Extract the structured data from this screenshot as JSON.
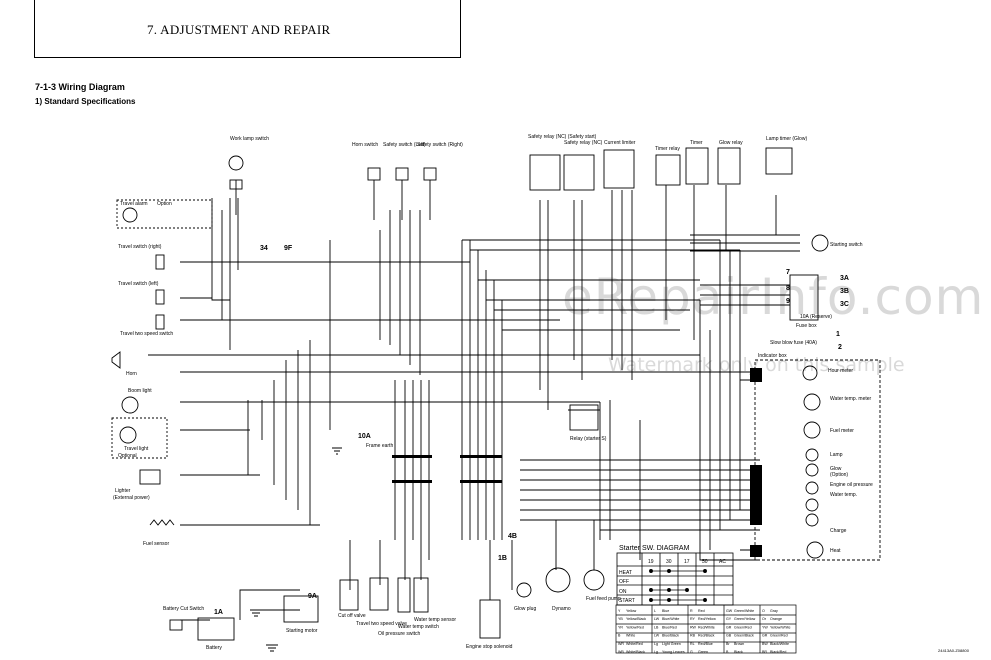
{
  "header": {
    "title": "7. ADJUSTMENT AND REPAIR"
  },
  "section": {
    "number_title": "7-1-3  Wiring Diagram",
    "subtitle": "1)  Standard Specifications"
  },
  "watermark": {
    "main": "eRepairInfo.com",
    "sub": "Watermark only on this sample"
  },
  "components": {
    "work_lamp_switch": "Work lamp switch",
    "travel_alarm": "Travel alarm",
    "option_top": "Option",
    "travel_switch_right": "Travel switch (right)",
    "travel_switch_left": "Travel switch (left)",
    "travel_two_speed_switch": "Travel two speed switch",
    "horn": "Horn",
    "boom_light": "Boom light",
    "travel_light": "Travel light",
    "optional": "Optional",
    "lighter": "Lighter",
    "external_power": "(External power)",
    "fuel_sensor": "Fuel sensor",
    "battery_cut_switch": "Battery Cut Switch",
    "battery": "Battery",
    "starting_motor": "Starting motor",
    "horn_switch": "Horn switch",
    "safety_switch_left": "Safety switch (Left)",
    "safety_switch_right": "Safety switch (Right)",
    "frame_earth": "Frame earth",
    "safety_relay_nc_start": "Safety relay (NC) (Safety start)",
    "safety_relay_nc": "Safety relay (NC)",
    "current_limiter": "Current limiter",
    "timer_relay": "Timer relay",
    "timer": "Timer",
    "glow_relay": "Glow relay",
    "lamp_timer": "Lamp timer (Glow)",
    "starting_switch": "Starting switch",
    "fuse_box": "Fuse box",
    "fuse_reserve": "10A (Reserve)",
    "slow_blow_fuse": "Slow blow fuse (40A)",
    "relay_starter": "Relay (starter S)",
    "indicator_box": "Indicator box",
    "hour_meter": "Hour meter",
    "water_temp_meter": "Water temp. meter",
    "fuel_meter": "Fuel meter",
    "lamp": "Lamp",
    "glow": "Glow",
    "option_glow": "(Option)",
    "engine_oil_pressure": "Engine oil pressure",
    "water_temp": "Water temp.",
    "charge": "Charge",
    "heat": "Heat",
    "cut_off_valve": "Cut off valve",
    "travel_two_speed_valve": "Travel two speed valve",
    "oil_pressure_switch": "Oil pressure switch",
    "water_temp_switch": "Water temp switch",
    "water_temp_sensor": "Water temp sensor",
    "engine_stop_solenoid": "Engine stop solenoid",
    "glow_plug": "Glow plug",
    "dynamo": "Dynamo",
    "fuel_feed_pump": "Fuel feed pump"
  },
  "refs": {
    "r34": "34",
    "r9f": "9F",
    "r10a": "10A",
    "r4b": "4B",
    "r1b": "1B",
    "r1a": "1A",
    "r9a": "9A",
    "r1": "1",
    "r2": "2",
    "r7": "7",
    "r8": "8",
    "r9": "9",
    "r3a": "3A",
    "r3b": "3B",
    "r3c": "3C"
  },
  "starter_sw_diagram": {
    "title": "Starter SW. DIAGRAM",
    "columns": [
      "19",
      "30",
      "17",
      "50",
      "AC"
    ],
    "rows": [
      "HEAT",
      "OFF",
      "ON",
      "START"
    ]
  },
  "color_legend": [
    [
      "Y",
      "Yellow"
    ],
    [
      "L",
      "Blue"
    ],
    [
      "R",
      "Red"
    ],
    [
      "GW",
      "Green/White"
    ],
    [
      "O",
      "Gray"
    ],
    [
      "YB",
      "Yellow/Black"
    ],
    [
      "LW",
      "Blue/White"
    ],
    [
      "RY",
      "Red/Yellow"
    ],
    [
      "GY",
      "Green/Yellow"
    ],
    [
      "Or",
      "Orange"
    ],
    [
      "YR",
      "Yellow/Red"
    ],
    [
      "LB",
      "Blue/Red"
    ],
    [
      "RW",
      "Red/White"
    ],
    [
      "GR",
      "Green/Red"
    ],
    [
      "YW",
      "Yellow/White"
    ],
    [
      "B",
      "White"
    ],
    [
      "LW",
      "Blue/Black"
    ],
    [
      "RB",
      "Red/Black"
    ],
    [
      "GB",
      "Green/Black"
    ],
    [
      "GR",
      "Green/Red"
    ],
    [
      "WR",
      "White/Red"
    ],
    [
      "Lg",
      "Light Green"
    ],
    [
      "RL",
      "Red/Blue"
    ],
    [
      "Br",
      "Brown"
    ],
    [
      "BW",
      "Black/White"
    ],
    [
      "WB",
      "White/Black"
    ],
    [
      "Lg",
      "Young Leaves"
    ],
    [
      "G",
      "Green"
    ],
    [
      "B",
      "Black"
    ],
    [
      "BR",
      "Black/Red"
    ]
  ],
  "doc_code": "24413A0-Z08800"
}
